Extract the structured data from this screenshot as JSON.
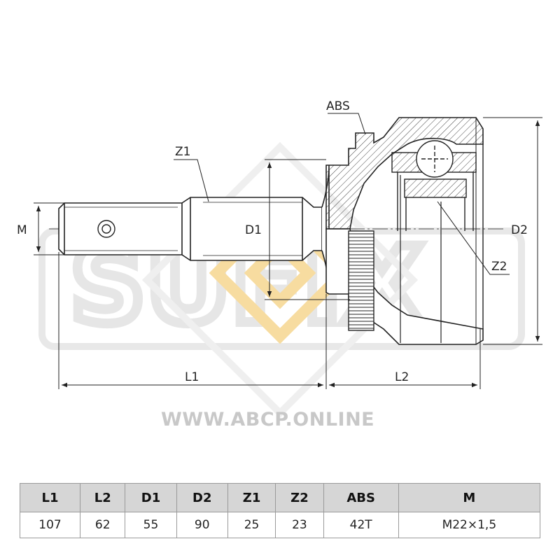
{
  "labels": {
    "abs": "ABS",
    "z1": "Z1",
    "z2": "Z2",
    "d1": "D1",
    "d2": "D2",
    "m": "M",
    "l1": "L1",
    "l2": "L2"
  },
  "watermark": {
    "brand": "SUFIX",
    "url": "WWW.ABCP.ONLINE"
  },
  "specs": {
    "headers": [
      "L1",
      "L2",
      "D1",
      "D2",
      "Z1",
      "Z2",
      "ABS",
      "M"
    ],
    "values": [
      "107",
      "62",
      "55",
      "90",
      "25",
      "23",
      "42T",
      "M22×1,5"
    ]
  },
  "colors": {
    "line": "#222222",
    "watermark_outline": "#e6e6e6",
    "watermark_diamond": "#f7dca0",
    "table_header_bg": "#d6d6d6"
  }
}
